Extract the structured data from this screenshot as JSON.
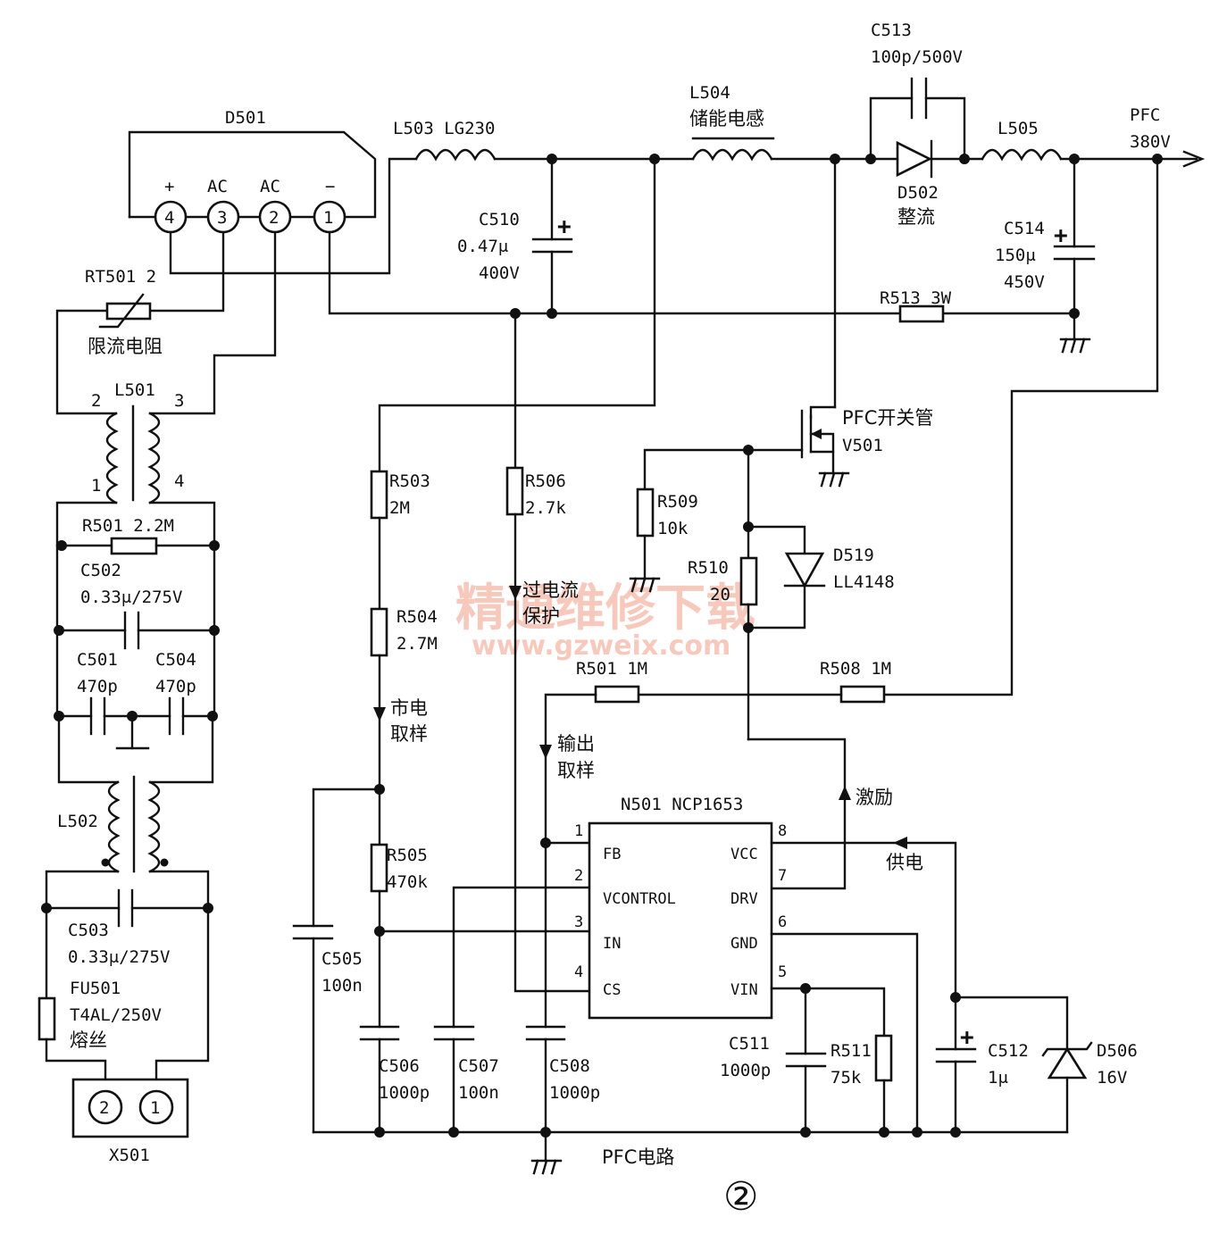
{
  "bridge": {
    "ref": "D501",
    "pin_signs": [
      "+",
      "AC",
      "AC",
      "−"
    ],
    "pins": [
      "4",
      "3",
      "2",
      "1"
    ]
  },
  "inductors": {
    "l503": "L503  LG230",
    "l504": "L504",
    "l504_desc": "储能电感",
    "l505": "L505",
    "l501": "L501",
    "l502": "L502"
  },
  "l501_pins": [
    "2",
    "3",
    "1",
    "4"
  ],
  "capacitors": {
    "c513": "C513",
    "c513_val": "100p/500V",
    "c510": "C510",
    "c510_val1": "0.47μ",
    "c510_val2": "400V",
    "c514": "C514",
    "c514_val1": "150μ",
    "c514_val2": "450V",
    "c502": "C502",
    "c502_val": "0.33μ/275V",
    "c501": "C501",
    "c501_val": "470p",
    "c504": "C504",
    "c504_val": "470p",
    "c503": "C503",
    "c503_val": "0.33μ/275V",
    "c505": "C505",
    "c505_val": "100n",
    "c506": "C506",
    "c506_val": "1000p",
    "c507": "C507",
    "c507_val": "100n",
    "c508": "C508",
    "c508_val": "1000p",
    "c511": "C511",
    "c511_val": "1000p",
    "c512": "C512",
    "c512_val": "1μ"
  },
  "diodes": {
    "d502": "D502",
    "d502_desc": "整流",
    "d519": "D519",
    "d519_val": "LL4148",
    "d506": "D506",
    "d506_val": "16V"
  },
  "resistors": {
    "rt501": "RT501  2",
    "rt501_desc": "限流电阻",
    "r513": "R513  3W",
    "r501a": "R501  2.2M",
    "r503": "R503",
    "r503_val": "2M",
    "r504": "R504",
    "r504_val": "2.7M",
    "r505": "R505",
    "r505_val": "470k",
    "r506": "R506",
    "r506_val": "2.7k",
    "r509": "R509",
    "r509_val": "10k",
    "r510": "R510",
    "r510_val": "20",
    "r501b": "R501  1M",
    "r508": "R508  1M",
    "r511": "R511",
    "r511_val": "75k"
  },
  "mosfet": {
    "label": "PFC开关管",
    "ref": "V501"
  },
  "ic": {
    "title": "N501  NCP1653",
    "left_pins": [
      {
        "num": "1",
        "name": "FB"
      },
      {
        "num": "2",
        "name": "VCONTROL"
      },
      {
        "num": "3",
        "name": "IN"
      },
      {
        "num": "4",
        "name": "CS"
      }
    ],
    "right_pins": [
      {
        "num": "8",
        "name": "VCC"
      },
      {
        "num": "7",
        "name": "DRV"
      },
      {
        "num": "6",
        "name": "GND"
      },
      {
        "num": "5",
        "name": "VIN"
      }
    ]
  },
  "fuse": {
    "ref": "FU501",
    "val": "T4AL/250V",
    "desc": "熔丝"
  },
  "connector": {
    "ref": "X501",
    "pins": [
      "2",
      "1"
    ]
  },
  "output": {
    "label1": "PFC",
    "label2": "380V"
  },
  "signals": {
    "overcurrent": "过电流",
    "protect": "保护",
    "mains1": "市电",
    "mains2": "取样",
    "output1": "输出",
    "output2": "取样",
    "drive": "激励",
    "supply": "供电"
  },
  "caption": "PFC电路",
  "figure_number": "②",
  "watermark": {
    "text": "精通维修下载",
    "url": "www.gzweix.com"
  }
}
